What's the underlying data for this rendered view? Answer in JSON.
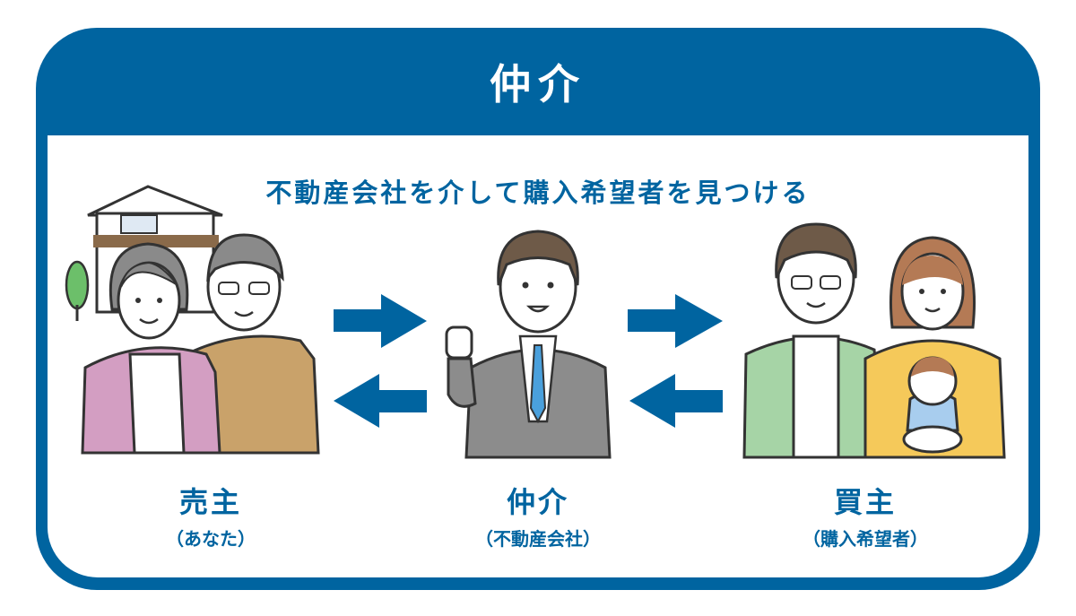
{
  "header": {
    "title": "仲介"
  },
  "subtitle": "不動産会社を介して購入希望者を見つける",
  "parties": [
    {
      "label": "売主",
      "sub": "（あなた）"
    },
    {
      "label": "仲介",
      "sub": "（不動産会社）"
    },
    {
      "label": "買主",
      "sub": "（購入希望者）"
    }
  ],
  "colors": {
    "brand": "#0064a0",
    "suit": "#8c8c8c",
    "tie": "#4aa0dc"
  }
}
